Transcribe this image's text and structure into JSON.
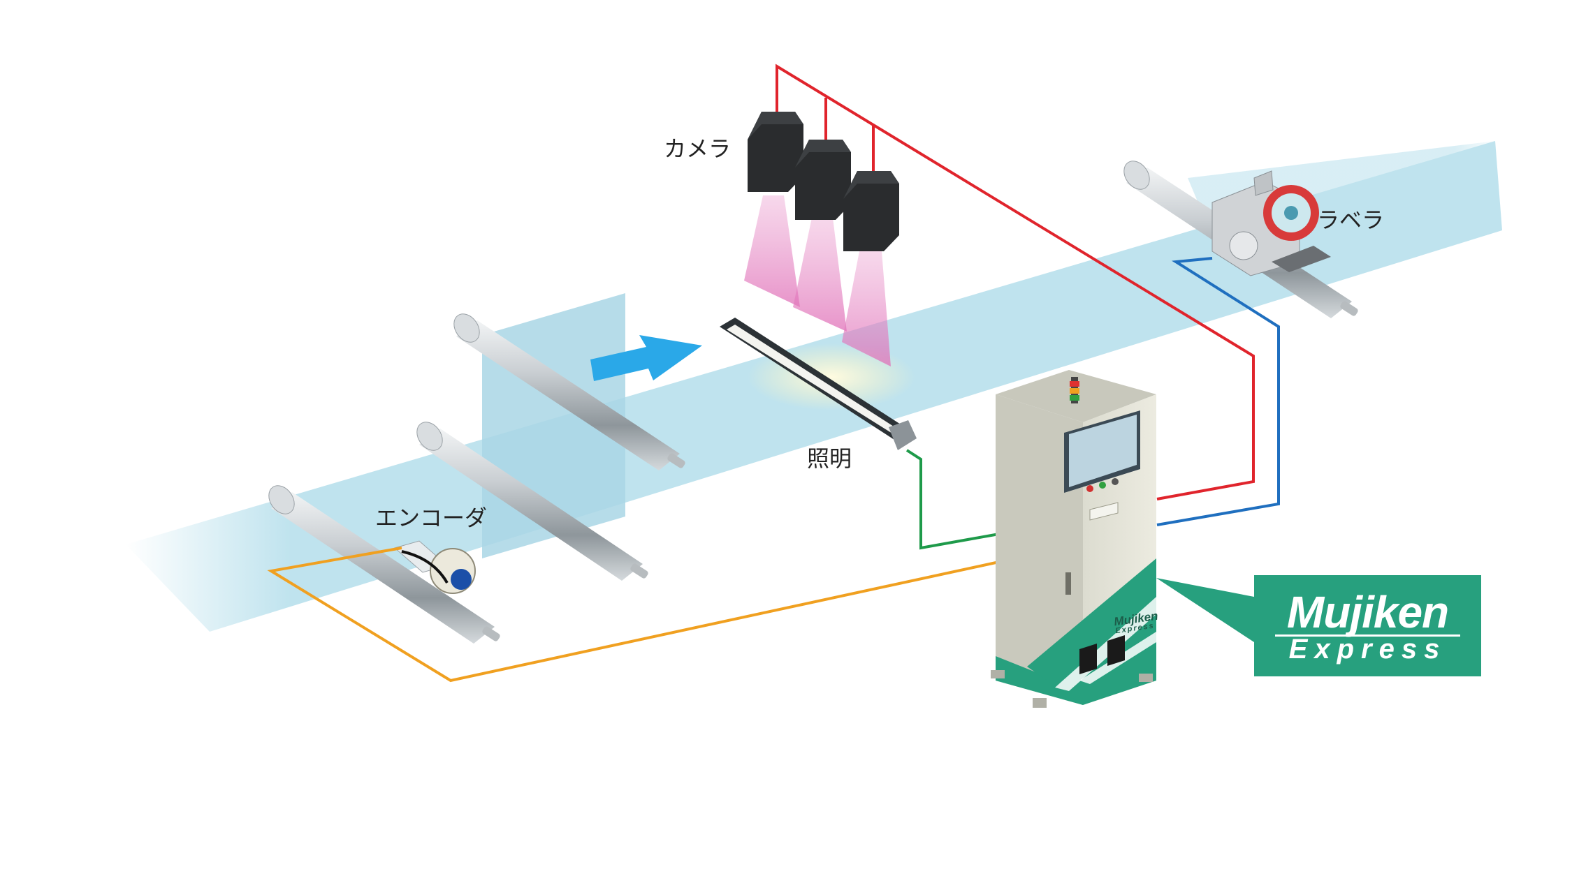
{
  "labels": {
    "camera": "カメラ",
    "labeler": "ラベラ",
    "lighting": "照明",
    "encoder": "エンコーダ"
  },
  "badge": {
    "line1": "Mujiken",
    "line2": "Express"
  },
  "cabinet": {
    "brand_line1": "Mujiken",
    "brand_line2": "Express"
  },
  "colors": {
    "camera_cable": "#e0242c",
    "labeler_cable": "#1f6fbf",
    "lighting_cable": "#1e9a4a",
    "encoder_cable": "#f0a020",
    "web": "#bfe3ee",
    "brand_green": "#27a07e",
    "flow_arrow": "#2aa8e8"
  },
  "icons": {
    "flow": "arrow-right-icon"
  }
}
